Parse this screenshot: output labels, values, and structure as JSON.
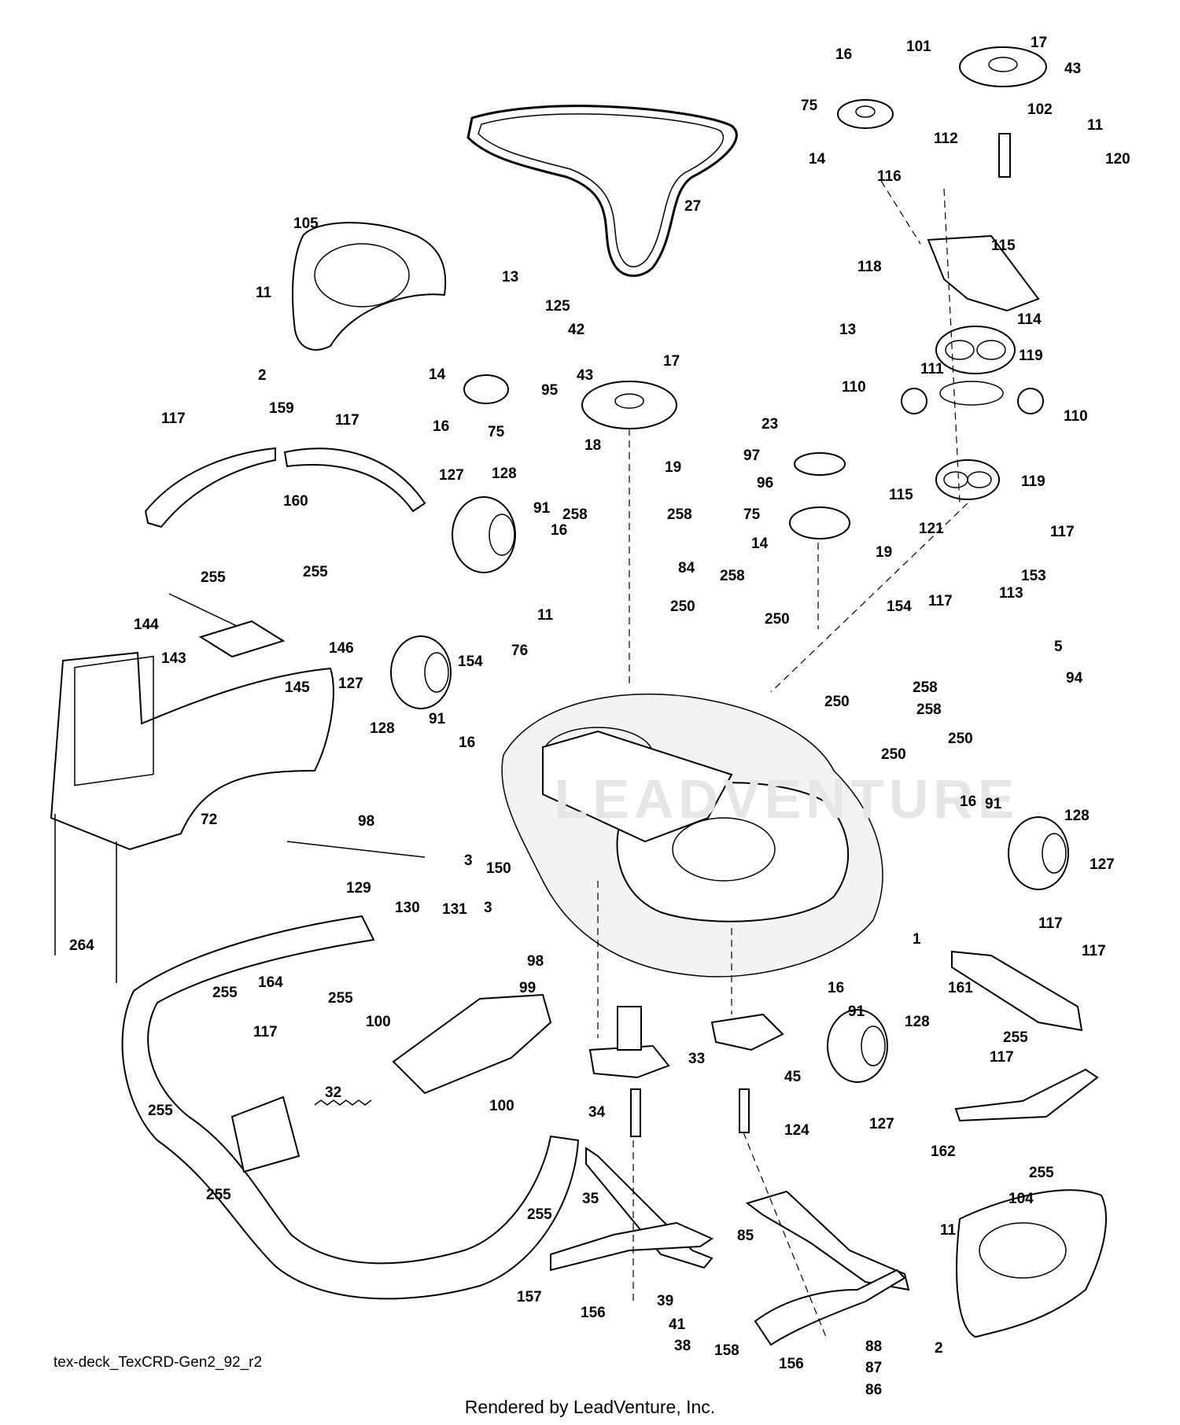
{
  "diagram": {
    "caption": "tex-deck_TexCRD-Gen2_92_r2",
    "rendered_by": "Rendered by LeadVenture, Inc.",
    "watermark": "LEADVENTURE"
  },
  "callouts": [
    "17",
    "43",
    "16",
    "101",
    "75",
    "102",
    "11",
    "112",
    "14",
    "116",
    "120",
    "27",
    "105",
    "115",
    "118",
    "11",
    "13",
    "125",
    "42",
    "114",
    "13",
    "119",
    "2",
    "14",
    "95",
    "43",
    "17",
    "111",
    "110",
    "110",
    "16",
    "75",
    "18",
    "19",
    "23",
    "117",
    "159",
    "117",
    "97",
    "96",
    "119",
    "115",
    "127",
    "128",
    "160",
    "258",
    "258",
    "75",
    "121",
    "117",
    "91",
    "16",
    "14",
    "19",
    "153",
    "255",
    "255",
    "84",
    "113",
    "117",
    "258",
    "144",
    "11",
    "250",
    "250",
    "154",
    "146",
    "143",
    "76",
    "5",
    "127",
    "145",
    "154",
    "94",
    "258",
    "128",
    "250",
    "258",
    "91",
    "16",
    "250",
    "250",
    "72",
    "98",
    "16",
    "91",
    "128",
    "3",
    "150",
    "127",
    "129",
    "130",
    "131",
    "3",
    "117",
    "1",
    "98",
    "117",
    "264",
    "164",
    "161",
    "255",
    "255",
    "99",
    "16",
    "91",
    "128",
    "100",
    "117",
    "255",
    "33",
    "45",
    "32",
    "117",
    "255",
    "100",
    "34",
    "124",
    "127",
    "162",
    "255",
    "255",
    "255",
    "35",
    "104",
    "11",
    "85",
    "157",
    "156",
    "39",
    "158",
    "156",
    "88",
    "41",
    "2",
    "38",
    "87",
    "86"
  ]
}
